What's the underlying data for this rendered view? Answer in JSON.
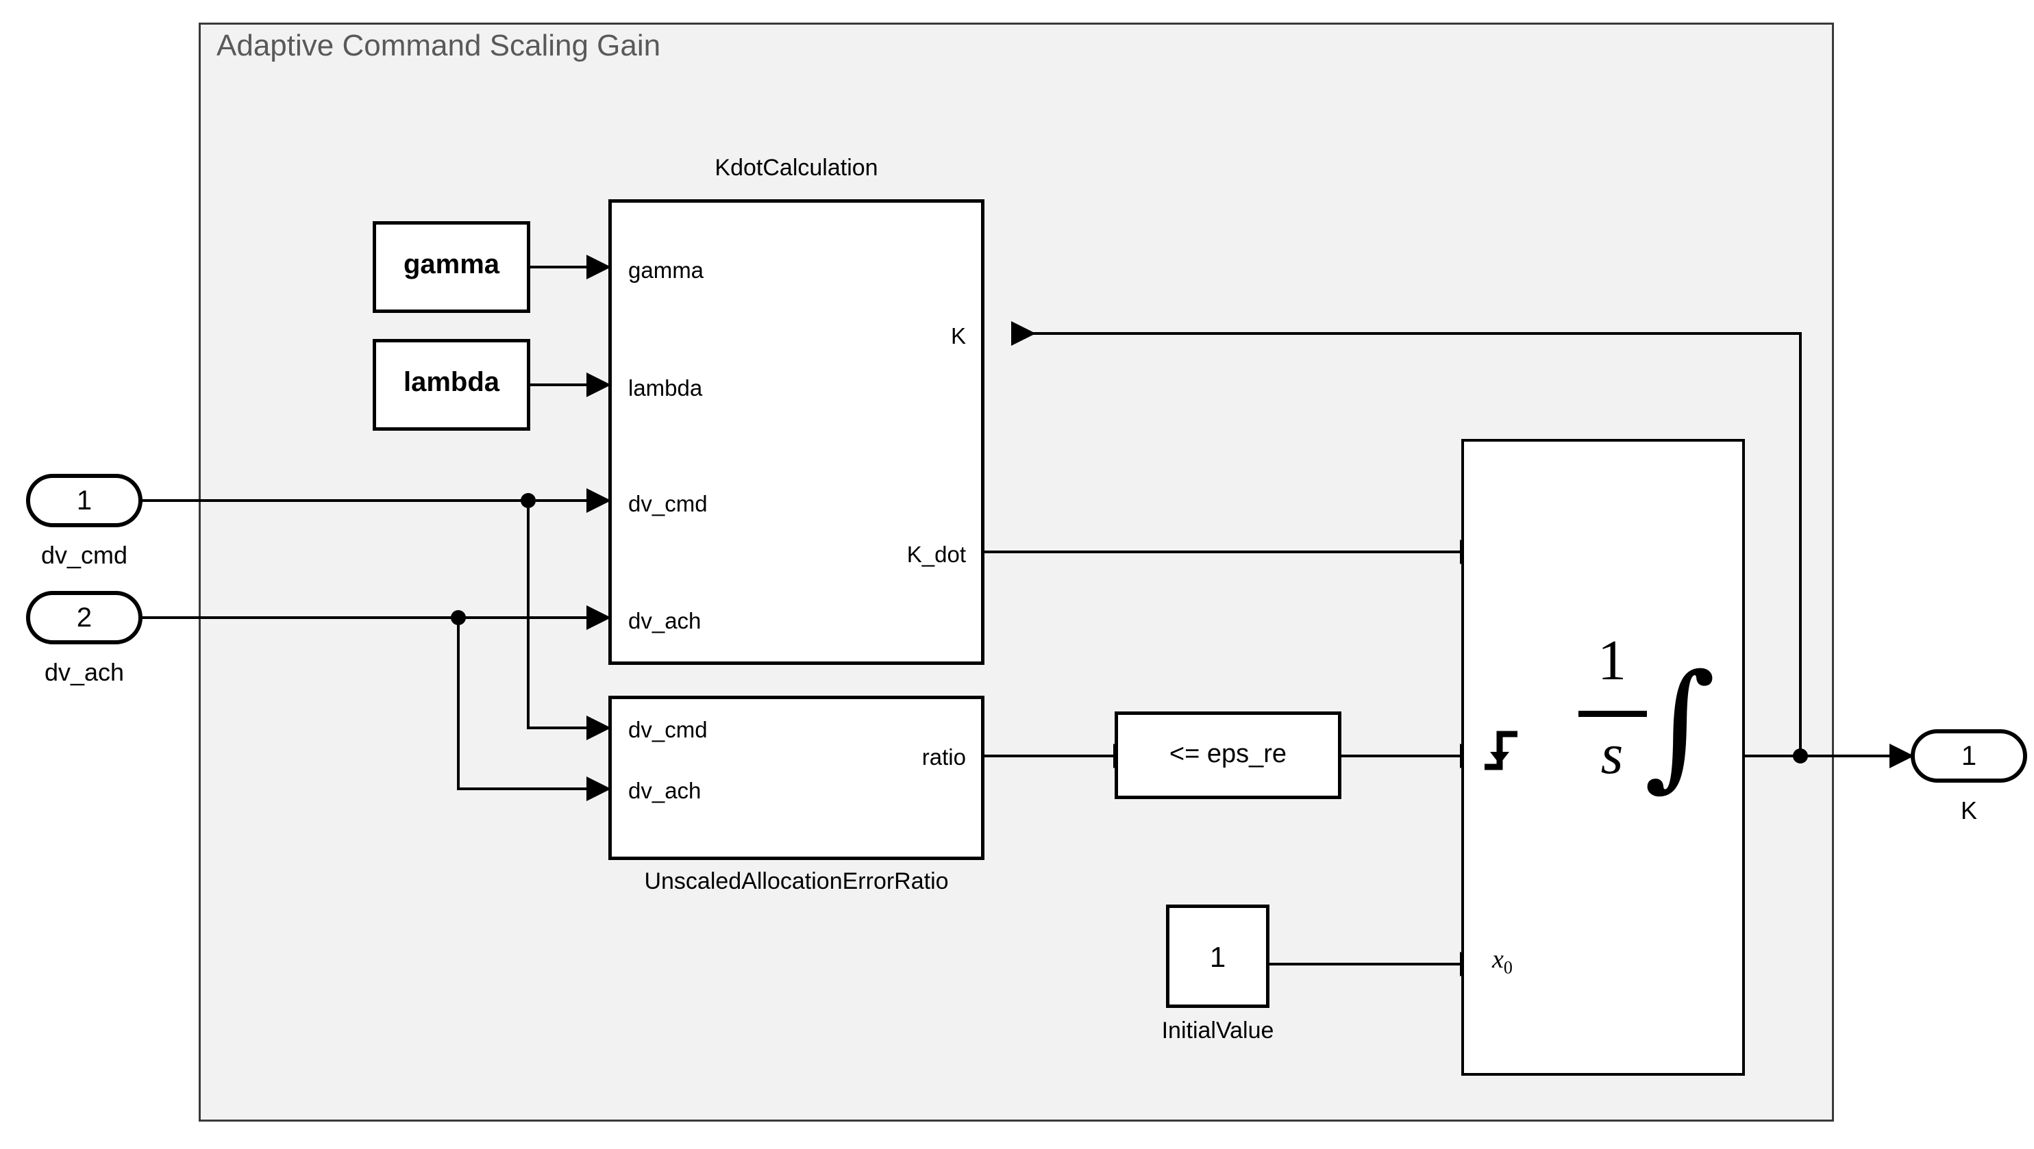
{
  "subsystem": {
    "title": "Adaptive Command Scaling Gain"
  },
  "inputs": [
    {
      "port_number": "1",
      "label": "dv_cmd"
    },
    {
      "port_number": "2",
      "label": "dv_ach"
    }
  ],
  "outputs": [
    {
      "port_number": "1",
      "label": "K"
    }
  ],
  "constants": [
    {
      "name": "gamma-constant",
      "value": "gamma"
    },
    {
      "name": "lambda-constant",
      "value": "lambda"
    },
    {
      "name": "initial-value-constant",
      "value": "1",
      "caption": "InitialValue"
    }
  ],
  "blocks": {
    "kdot": {
      "caption": "KdotCalculation",
      "inputs": [
        "gamma",
        "lambda",
        "dv_cmd",
        "dv_ach"
      ],
      "outputs": [
        "K",
        "K_dot"
      ]
    },
    "ratio": {
      "caption": "UnscaledAllocationErrorRatio",
      "inputs": [
        "dv_cmd",
        "dv_ach"
      ],
      "outputs": [
        "ratio"
      ]
    },
    "compare": {
      "expression": "<= eps_re"
    },
    "integrator": {
      "numerator": "1",
      "denominator": "s",
      "integral_symbol": "∫",
      "reset_port_icon": "step-reset-icon",
      "initial_condition_port": "x",
      "initial_condition_subscript": "0"
    }
  },
  "colors": {
    "subsystem_fill": "#f2f2f2",
    "subsystem_border": "#3a3a3a",
    "title_text": "#595959",
    "block_fill": "#ffffff",
    "block_border": "#000000",
    "wire": "#000000"
  }
}
